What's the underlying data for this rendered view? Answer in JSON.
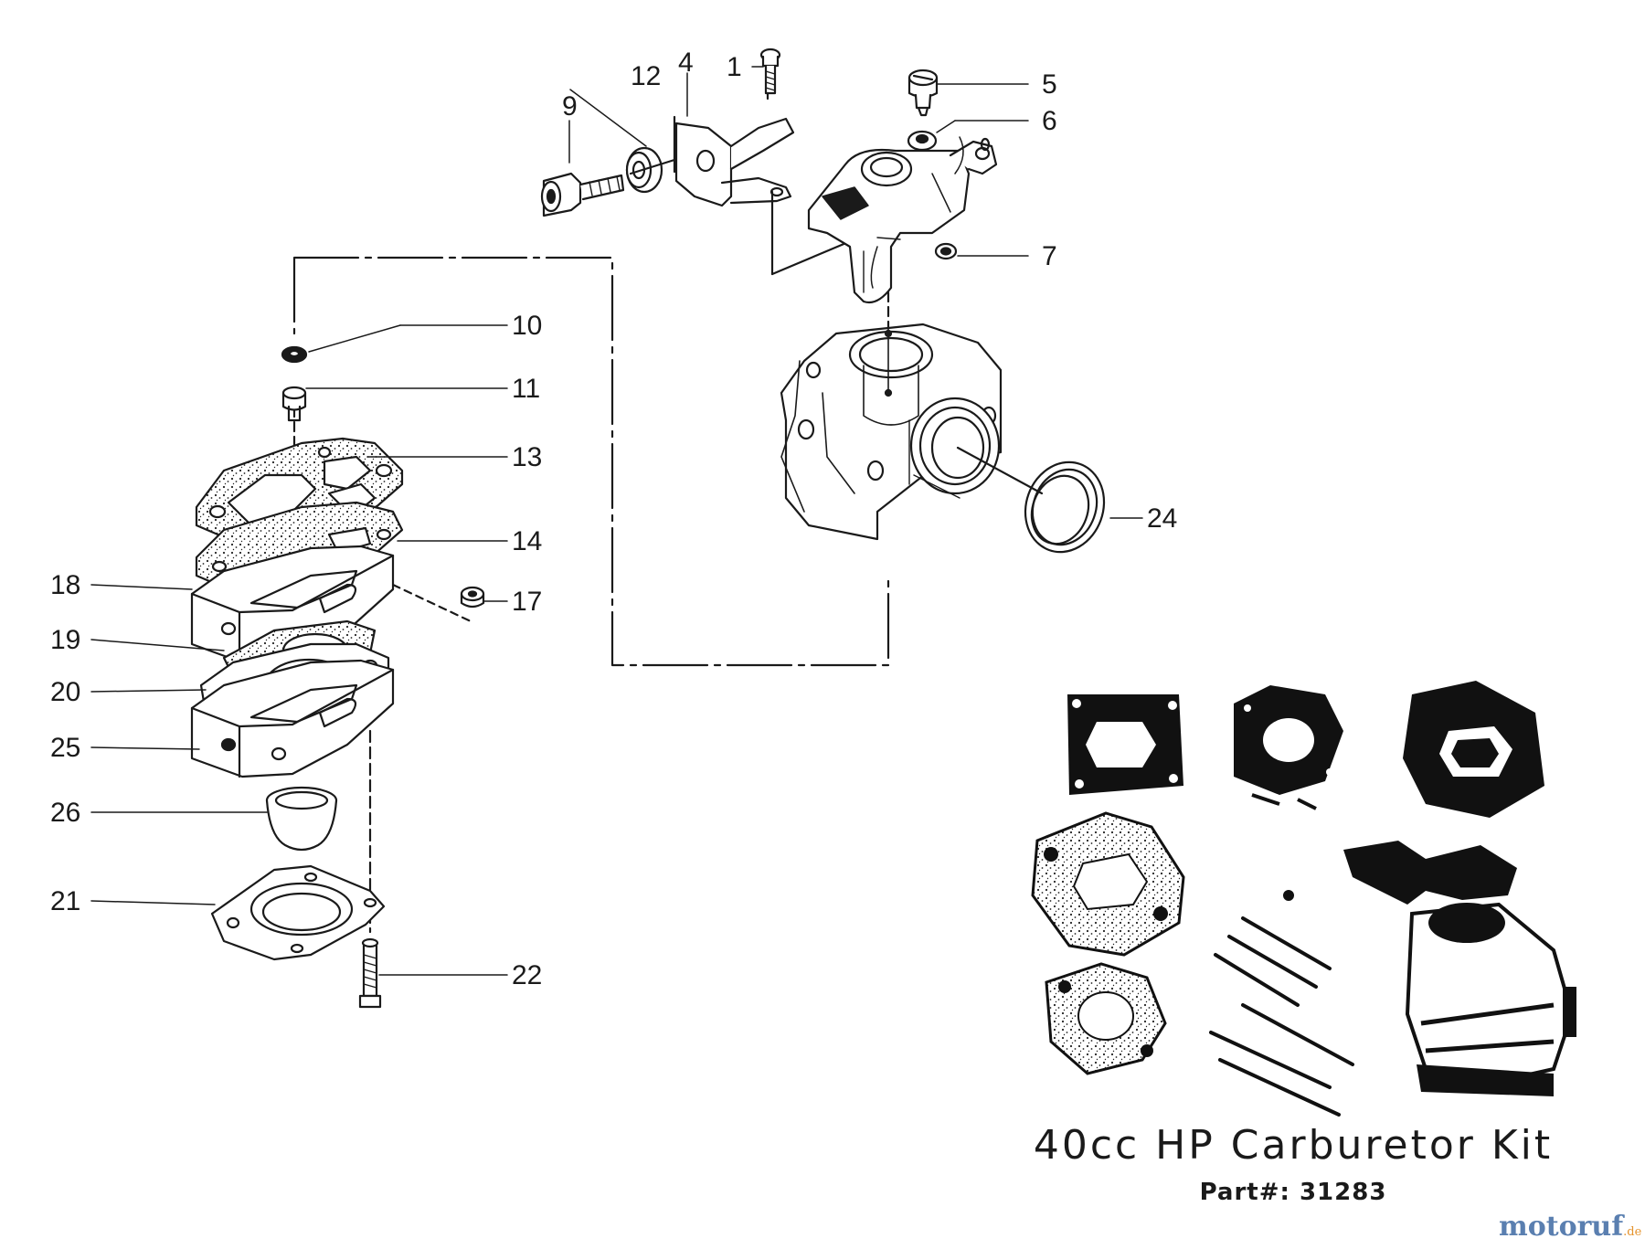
{
  "callouts": [
    "1",
    "4",
    "5",
    "6",
    "7",
    "9",
    "10",
    "11",
    "12",
    "13",
    "14",
    "17",
    "18",
    "19",
    "20",
    "21",
    "22",
    "24",
    "25",
    "26"
  ],
  "kit": {
    "title": "40cc HP Carburetor Kit",
    "part": "Part#: 31283"
  },
  "watermark": {
    "main": "motoruf",
    "suffix": ".de"
  },
  "colors": {
    "ink": "#1a1a1a",
    "watermark_blue": "#5a7fb0",
    "watermark_orange": "#e5932c"
  }
}
